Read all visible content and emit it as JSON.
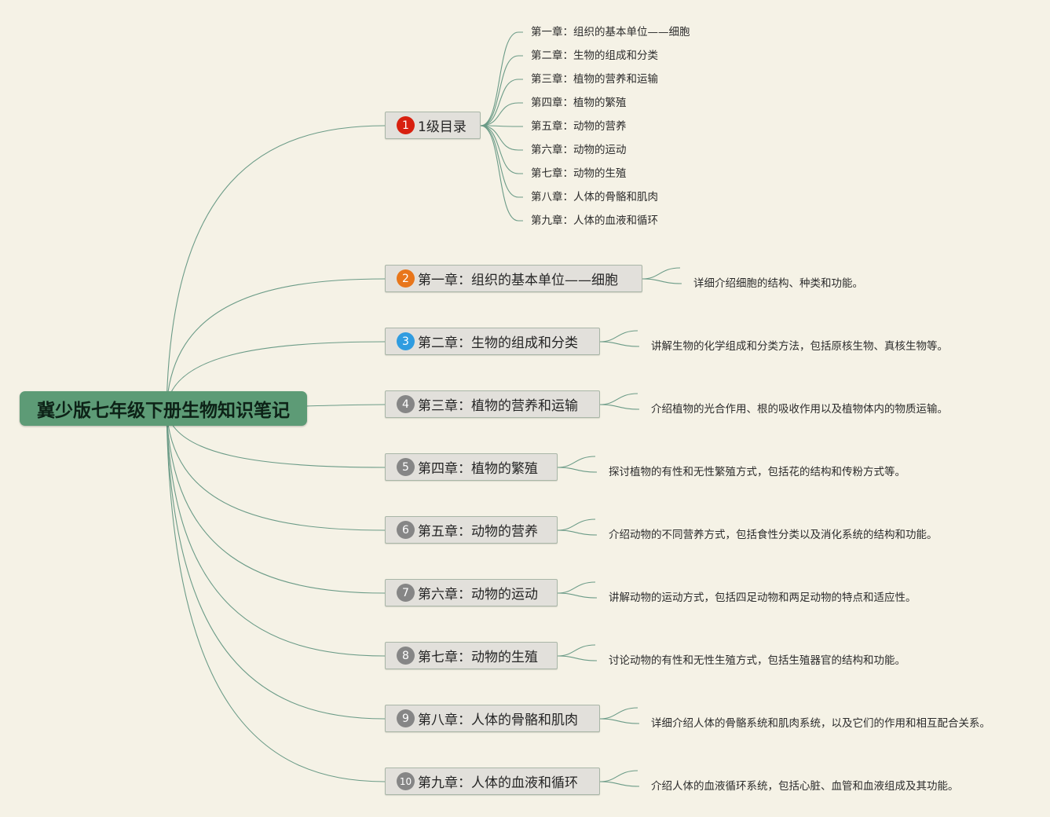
{
  "root": {
    "title": "冀少版七年级下册生物知识笔记"
  },
  "colors": {
    "edge": "#6b9b87",
    "root_fill": "#5d9b76",
    "branch_fill": "#e2e0db",
    "badge_red": "#d8200f",
    "badge_orange": "#e8761b",
    "badge_blue": "#2f9ce0",
    "badge_gray": "#868686"
  },
  "branches": [
    {
      "badge": "1",
      "badge_color": "#d8200f",
      "label": "1级目录",
      "children": [
        "第一章：组织的基本单位——细胞",
        "第二章：生物的组成和分类",
        "第三章：植物的营养和运输",
        "第四章：植物的繁殖",
        "第五章：动物的营养",
        "第六章：动物的运动",
        "第七章：动物的生殖",
        "第八章：人体的骨骼和肌肉",
        "第九章：人体的血液和循环"
      ]
    },
    {
      "badge": "2",
      "badge_color": "#e8761b",
      "label": "第一章：组织的基本单位——细胞",
      "children": [
        "详细介绍细胞的结构、种类和功能。"
      ]
    },
    {
      "badge": "3",
      "badge_color": "#2f9ce0",
      "label": "第二章：生物的组成和分类",
      "children": [
        "讲解生物的化学组成和分类方法，包括原核生物、真核生物等。"
      ]
    },
    {
      "badge": "4",
      "badge_color": "#868686",
      "label": "第三章：植物的营养和运输",
      "children": [
        "介绍植物的光合作用、根的吸收作用以及植物体内的物质运输。"
      ]
    },
    {
      "badge": "5",
      "badge_color": "#868686",
      "label": "第四章：植物的繁殖",
      "children": [
        "探讨植物的有性和无性繁殖方式，包括花的结构和传粉方式等。"
      ]
    },
    {
      "badge": "6",
      "badge_color": "#868686",
      "label": "第五章：动物的营养",
      "children": [
        "介绍动物的不同营养方式，包括食性分类以及消化系统的结构和功能。"
      ]
    },
    {
      "badge": "7",
      "badge_color": "#868686",
      "label": "第六章：动物的运动",
      "children": [
        "讲解动物的运动方式，包括四足动物和两足动物的特点和适应性。"
      ]
    },
    {
      "badge": "8",
      "badge_color": "#868686",
      "label": "第七章：动物的生殖",
      "children": [
        "讨论动物的有性和无性生殖方式，包括生殖器官的结构和功能。"
      ]
    },
    {
      "badge": "9",
      "badge_color": "#868686",
      "label": "第八章：人体的骨骼和肌肉",
      "children": [
        "详细介绍人体的骨骼系统和肌肉系统，以及它们的作用和相互配合关系。"
      ]
    },
    {
      "badge": "10",
      "badge_color": "#868686",
      "label": "第九章：人体的血液和循环",
      "children": [
        "介绍人体的血液循环系统，包括心脏、血管和血液组成及其功能。"
      ]
    }
  ]
}
